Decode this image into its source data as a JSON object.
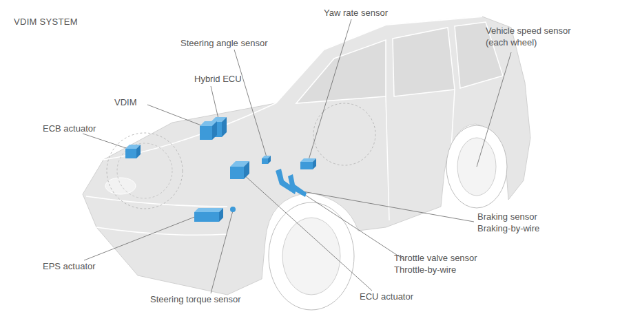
{
  "diagram": {
    "title": "VDIM SYSTEM",
    "labels": [
      "Yaw rate sensor",
      "Steering angle sensor",
      "Vehicle speed sensor (each wheel)",
      "Hybrid ECU",
      "VDIM",
      "ECB actuator",
      "Braking sensor Braking-by-wire",
      "Throttle valve sensor Throttle-by-wire",
      "EPS actuator",
      "Steering torque sensor",
      "ECU actuator"
    ]
  }
}
